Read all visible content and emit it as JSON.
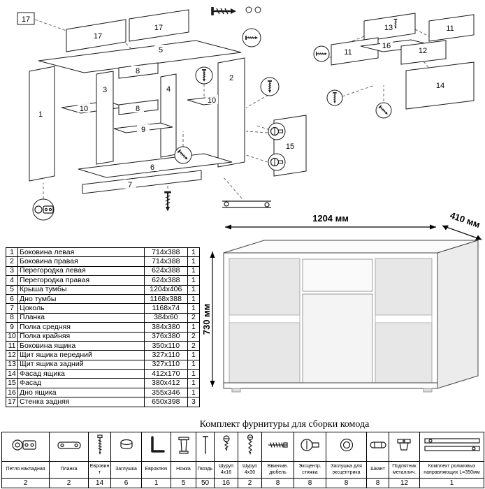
{
  "dimensions": {
    "width": "1204 мм",
    "depth": "410 мм",
    "height": "730 мм"
  },
  "parts_table": {
    "rows": [
      [
        "1",
        "Боковина левая",
        "714x388",
        "1"
      ],
      [
        "2",
        "Боковина правая",
        "714x388",
        "1"
      ],
      [
        "3",
        "Перегородка левая",
        "624x388",
        "1"
      ],
      [
        "4",
        "Перегородка правая",
        "624x388",
        "1"
      ],
      [
        "5",
        "Крыша тумбы",
        "1204x406",
        "1"
      ],
      [
        "6",
        "Дно тумбы",
        "1168x388",
        "1"
      ],
      [
        "7",
        "Цоколь",
        "1168x74",
        "1"
      ],
      [
        "8",
        "Планка",
        "384x60",
        "2"
      ],
      [
        "9",
        "Полка средняя",
        "384x380",
        "1"
      ],
      [
        "10",
        "Полка крайняя",
        "376x380",
        "2"
      ],
      [
        "11",
        "Боковина ящика",
        "350x110",
        "2"
      ],
      [
        "12",
        "Щит ящика передний",
        "327x110",
        "1"
      ],
      [
        "13",
        "Щит ящика задний",
        "327x110",
        "1"
      ],
      [
        "14",
        "Фасад ящика",
        "412x170",
        "1"
      ],
      [
        "15",
        "Фасад",
        "380x412",
        "1"
      ],
      [
        "16",
        "Дно ящика",
        "355x346",
        "1"
      ],
      [
        "17",
        "Стенка задняя",
        "650x398",
        "3"
      ]
    ]
  },
  "hardware": {
    "title": "Комплект фурнитуры для сборки комода",
    "items": [
      {
        "name": "Петля накладная",
        "qty": "2",
        "icon": "hinge-icon"
      },
      {
        "name": "Планка",
        "qty": "2",
        "icon": "plate-icon"
      },
      {
        "name": "Евровинт",
        "qty": "14",
        "icon": "euroscrew-icon"
      },
      {
        "name": "Заглушка",
        "qty": "6",
        "icon": "plug-icon"
      },
      {
        "name": "Евроключ",
        "qty": "1",
        "icon": "hexkey-icon"
      },
      {
        "name": "Ножка",
        "qty": "5",
        "icon": "leg-icon"
      },
      {
        "name": "Гвоздь",
        "qty": "50",
        "icon": "nail-icon"
      },
      {
        "name": "Шуруп 4x16",
        "qty": "16",
        "icon": "screw-icon"
      },
      {
        "name": "Шуруп 4x30",
        "qty": "2",
        "icon": "screw-long-icon"
      },
      {
        "name": "Ввинчив. дюбель",
        "qty": "8",
        "icon": "dowel-screw-icon"
      },
      {
        "name": "Эксцентр. стяжка",
        "qty": "8",
        "icon": "camlock-icon"
      },
      {
        "name": "Заглушка для эксцентрика",
        "qty": "8",
        "icon": "cam-plug-icon"
      },
      {
        "name": "Шкант",
        "qty": "8",
        "icon": "shkant-icon"
      },
      {
        "name": "Подпятник металлич.",
        "qty": "12",
        "icon": "footplate-icon"
      },
      {
        "name": "Комплект роликовых направляющих L=350мм",
        "qty": "1",
        "icon": "roller-guides-icon"
      }
    ]
  },
  "diagrams": {
    "cabinet": {
      "labels": [
        "17",
        "17",
        "17",
        "5",
        "1",
        "3",
        "10",
        "8",
        "4",
        "8",
        "9",
        "10",
        "2",
        "6",
        "7",
        "15"
      ]
    },
    "drawer": {
      "labels": [
        "13",
        "11",
        "11",
        "16",
        "12",
        "14"
      ]
    }
  }
}
